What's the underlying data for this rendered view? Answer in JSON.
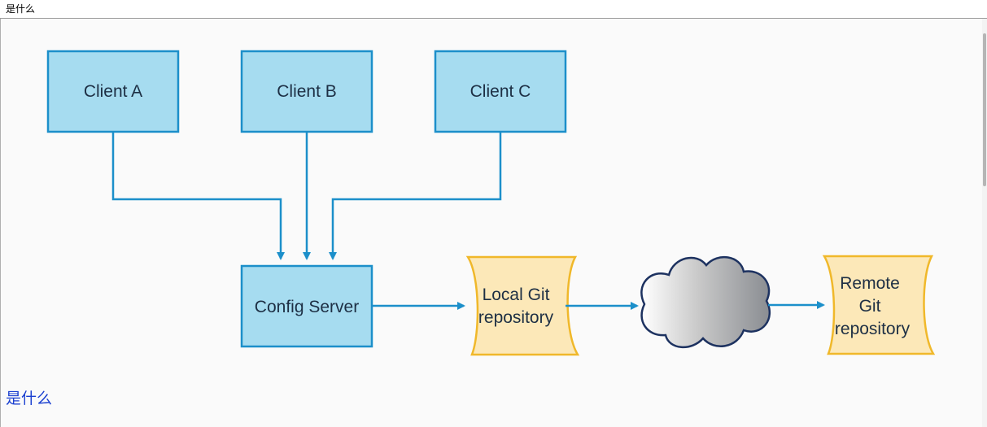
{
  "window": {
    "title": "是什么"
  },
  "diagram": {
    "nodes": {
      "client_a": "Client A",
      "client_b": "Client B",
      "client_c": "Client C",
      "config_server": "Config Server",
      "local_git": [
        "Local Git",
        "repository"
      ],
      "remote_git": [
        "Remote",
        "Git",
        "repository"
      ]
    },
    "colors": {
      "box_fill": "#a6dcf0",
      "box_stroke": "#1c8fca",
      "arrow": "#1c8fca",
      "doc_fill": "#fce8b8",
      "doc_stroke": "#f0b82a",
      "cloud_stroke": "#1d3260"
    }
  },
  "body": {
    "heading": "是什么"
  }
}
